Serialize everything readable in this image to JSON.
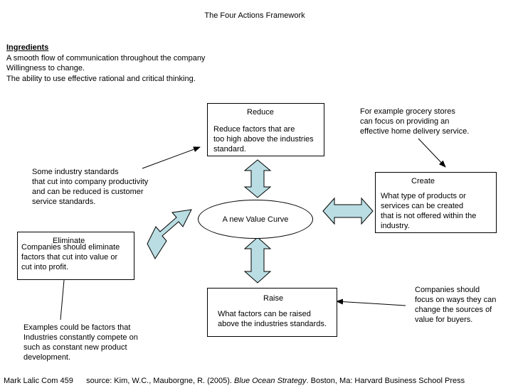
{
  "title": "The Four Actions Framework",
  "ingredients": {
    "heading": "Ingredients",
    "lines": [
      "A smooth flow of communication throughout the company",
      "Willingness to change.",
      "The ability to use effective rational and critical thinking."
    ]
  },
  "center": {
    "label": "A new Value Curve"
  },
  "reduce": {
    "title": "Reduce",
    "body": [
      "Reduce factors that are",
      "too high above the industries",
      "standard."
    ]
  },
  "create": {
    "title": "Create",
    "body": [
      "What type of products or",
      "services can be created",
      "that is not offered within the",
      "industry."
    ]
  },
  "eliminate": {
    "title": "Eliminate",
    "body": [
      "Companies should eliminate",
      "factors that cut into value or",
      "cut into profit."
    ]
  },
  "raise": {
    "title": "Raise",
    "body": [
      "What factors can be raised",
      "above the industries standards."
    ]
  },
  "notes": {
    "industry_standards": [
      "Some industry standards",
      "that cut into company productivity",
      "and can be reduced is customer",
      "service standards."
    ],
    "grocery": [
      "For example grocery stores",
      "can focus on providing an",
      "effective home delivery service."
    ],
    "examples": [
      "Examples could be factors that",
      "Industries constantly compete on",
      "such as constant new product",
      "development."
    ],
    "sources": [
      "Companies should",
      "focus on ways they can",
      "change the sources of",
      "value for buyers."
    ]
  },
  "footer": {
    "author": "Mark Lalic Com 459",
    "source_prefix": "source:  Kim, W.C., Mauborgne, R. (2005).",
    "book": "Blue Ocean Strategy",
    "source_suffix": ". Boston, Ma: Harvard Business School Press"
  },
  "colors": {
    "arrow_fill": "#b9dde2",
    "stroke": "#000000"
  }
}
